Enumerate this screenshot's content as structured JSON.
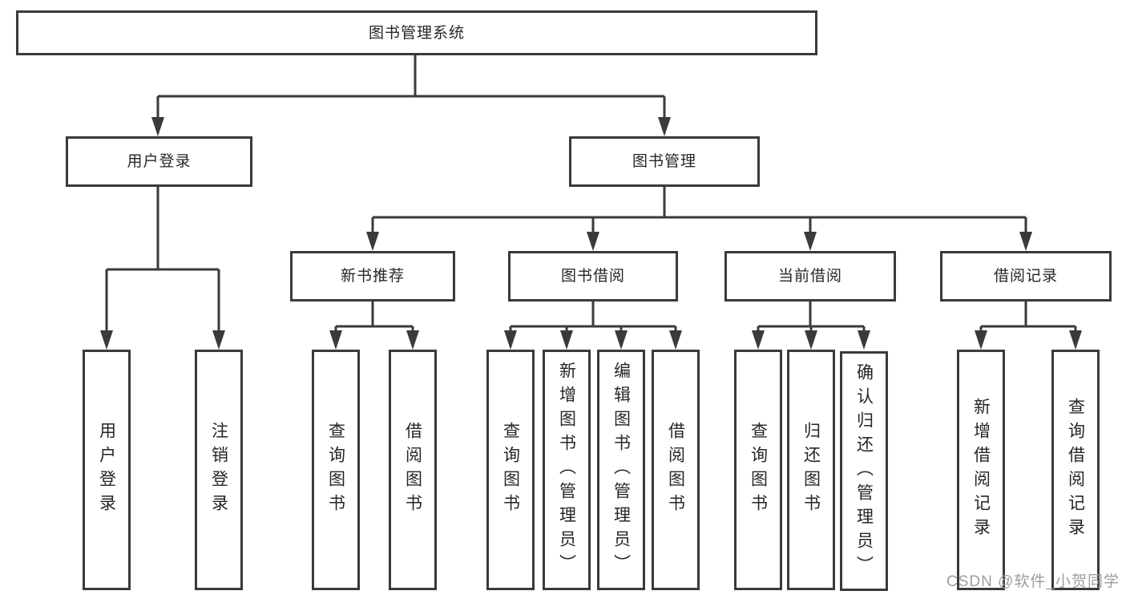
{
  "tree": {
    "root": "图书管理系统",
    "children": [
      {
        "label": "用户登录",
        "children": [
          "用户登录",
          "注销登录"
        ]
      },
      {
        "label": "图书管理",
        "children": [
          {
            "label": "新书推荐",
            "children": [
              "查询图书",
              "借阅图书"
            ]
          },
          {
            "label": "图书借阅",
            "children": [
              "查询图书",
              "新增图书（管理员）",
              "编辑图书（管理员）",
              "借阅图书"
            ]
          },
          {
            "label": "当前借阅",
            "children": [
              "查询图书",
              "归还图书",
              "确认归还（管理员）"
            ]
          },
          {
            "label": "借阅记录",
            "children": [
              "新增借阅记录",
              "查询借阅记录"
            ]
          }
        ]
      }
    ]
  },
  "watermark": {
    "text": "CSDN @软件_小贺同学"
  },
  "colors": {
    "line": "#3a3a3a",
    "text": "#262626",
    "box-bg": "#ffffff",
    "watermark": "#9e9e9e"
  }
}
